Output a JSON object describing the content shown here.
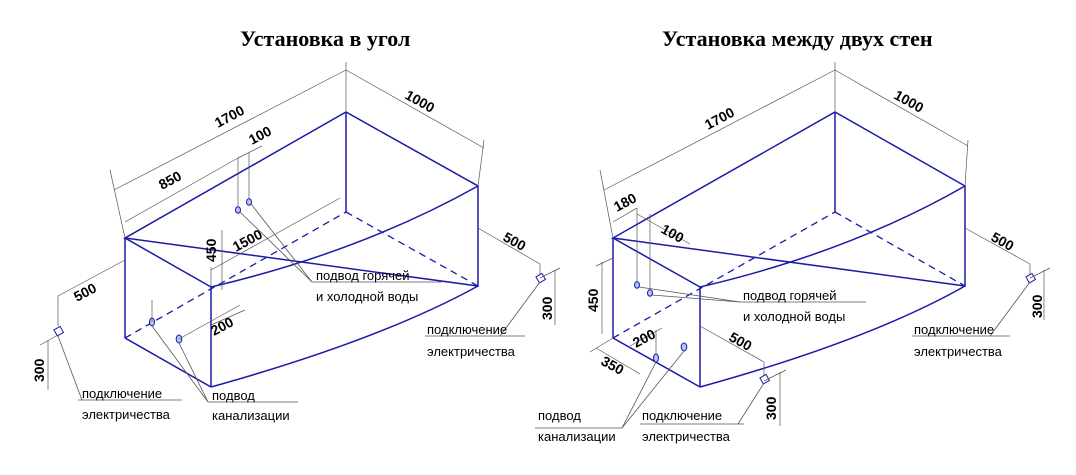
{
  "titles": {
    "left": "Установка в угол",
    "right": "Установка между двух стен"
  },
  "left": {
    "dims": {
      "d1700": "1700",
      "d1000": "1000",
      "d850": "850",
      "d100": "100",
      "d1500": "1500",
      "d450": "450",
      "d500a": "500",
      "d500b": "500",
      "d300a": "300",
      "d300b": "300",
      "d200": "200"
    },
    "labels": {
      "water1": "подвод горячей",
      "water2": "и холодной воды",
      "elec_r1": "подключение",
      "elec_r2": "электричества",
      "elec_l1": "подключение",
      "elec_l2": "электричества",
      "drain1": "подвод",
      "drain2": "канализации"
    }
  },
  "right": {
    "dims": {
      "d1700": "1700",
      "d1000": "1000",
      "d180": "180",
      "d100": "100",
      "d450": "450",
      "d500a": "500",
      "d500b": "500",
      "d300a": "300",
      "d300b": "300",
      "d200": "200",
      "d350": "350"
    },
    "labels": {
      "water1": "подвод горячей",
      "water2": "и холодной воды",
      "elec_r1": "подключение",
      "elec_r2": "электричества",
      "drain1": "подвод",
      "drain2": "канализации",
      "elec_b1": "подключение",
      "elec_b2": "электричества"
    }
  },
  "colors": {
    "tub_edge": "#1a1aa8",
    "fixture_fill": "#b8c4f0",
    "dim_line": "#555555"
  }
}
